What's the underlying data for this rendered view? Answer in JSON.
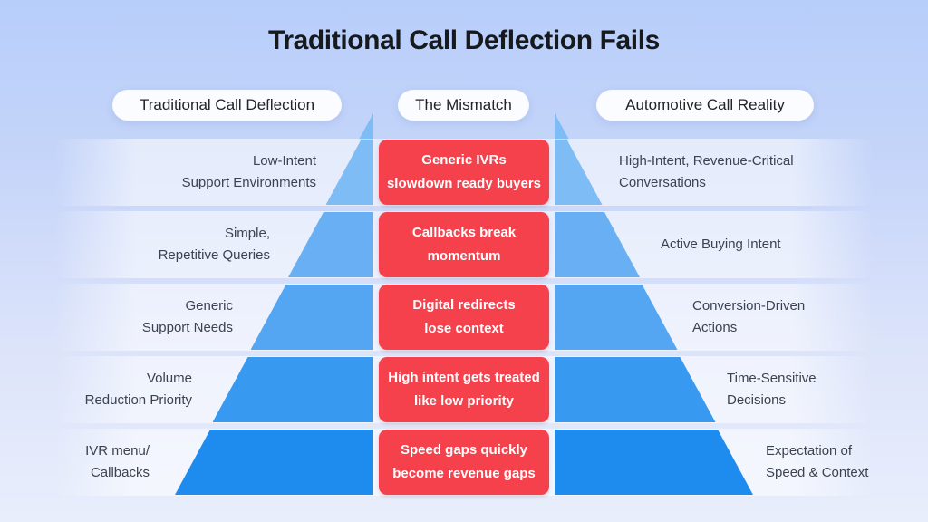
{
  "title": "Traditional Call Deflection Fails",
  "columns": [
    {
      "label": "Traditional Call Deflection"
    },
    {
      "label": "The Mismatch"
    },
    {
      "label": "Automotive Call Reality"
    }
  ],
  "rows": [
    {
      "left": [
        "Low-Intent",
        "Support Environments"
      ],
      "center": [
        "Generic IVRs",
        "slowdown ready buyers"
      ],
      "right": [
        "High-Intent, Revenue-Critical",
        "Conversations"
      ]
    },
    {
      "left": [
        "Simple,",
        "Repetitive Queries"
      ],
      "center": [
        "Callbacks break",
        "momentum"
      ],
      "right": [
        "Active Buying Intent"
      ]
    },
    {
      "left": [
        "Generic",
        "Support Needs"
      ],
      "center": [
        "Digital redirects",
        "lose context"
      ],
      "right": [
        "Conversion-Driven",
        "Actions"
      ]
    },
    {
      "left": [
        "Volume",
        "Reduction Priority"
      ],
      "center": [
        "High intent gets treated",
        "like low priority"
      ],
      "right": [
        "Time-Sensitive",
        "Decisions"
      ]
    },
    {
      "left": [
        "IVR menu/",
        "Callbacks"
      ],
      "center": [
        "Speed gaps quickly",
        "become revenue gaps"
      ],
      "right": [
        "Expectation of",
        "Speed & Context"
      ]
    }
  ],
  "colors": {
    "background_top": "#b7cefa",
    "background_bottom": "#e9eefc",
    "tiers": [
      "#7ebcf5",
      "#68b0f3",
      "#54a6f2",
      "#3899f0",
      "#1e8bee"
    ],
    "card": "#f4414c",
    "card_text": "#ffffff",
    "title_text": "#17191d",
    "label_text": "#3b4250",
    "pill_bg": "#ffffff"
  }
}
